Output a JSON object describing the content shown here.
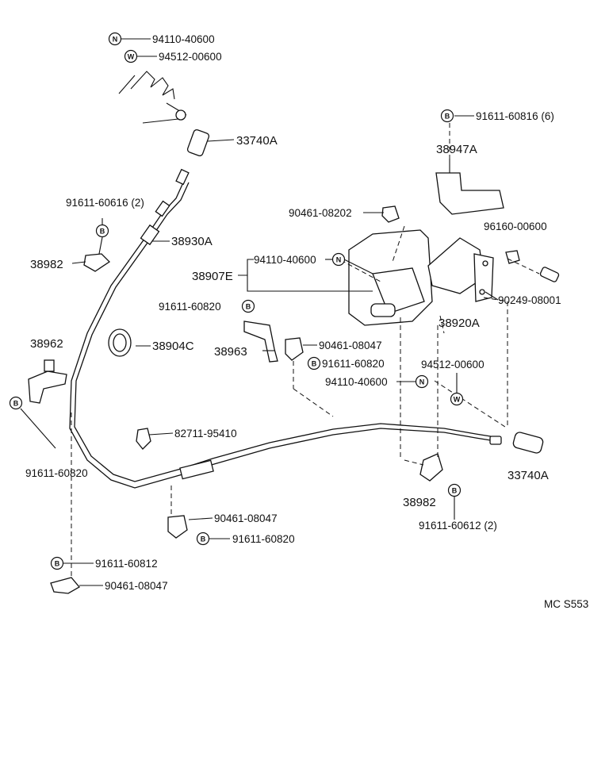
{
  "symbols": {
    "n": "N",
    "w": "W",
    "b": "B"
  },
  "labels": {
    "p94110_top": "94110-40600",
    "p94512_top": "94512-00600",
    "p33740_top": "33740A",
    "p91611_816": "91611-60816 (6)",
    "p38947": "38947A",
    "p91611_616": "91611-60616 (2)",
    "p90461_202": "90461-08202",
    "p96160": "96160-00600",
    "p38930": "38930A",
    "p38982_left": "38982",
    "p94110_mid": "94110-40600",
    "p38907": "38907E",
    "p90249": "90249-08001",
    "p91611_820a": "91611-60820",
    "p38920": "38920A",
    "p38962": "38962",
    "p38904": "38904C",
    "p38963": "38963",
    "p90461_047a": "90461-08047",
    "p91611_820b": "91611-60820",
    "p94512_mid": "94512-00600",
    "p94110_low": "94110-40600",
    "p82711": "82711-95410",
    "p91611_820c": "91611-60820",
    "p33740_low": "33740A",
    "p38982_right": "38982",
    "p90461_047b": "90461-08047",
    "p91611_820d": "91611-60820",
    "p91611_612": "91611-60612 (2)",
    "p91611_812": "91611-60812",
    "p90461_047c": "90461-08047",
    "code": "MC S553"
  }
}
